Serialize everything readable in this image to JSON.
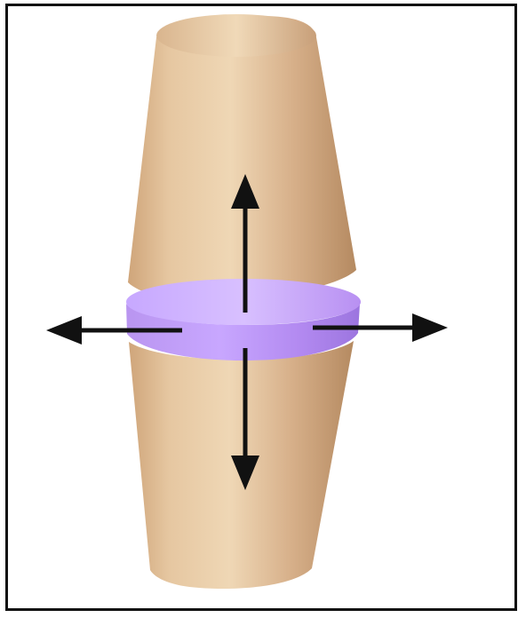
{
  "diagram": {
    "parts": [
      {
        "name": "upper-cylinder",
        "color": "#d8b48e"
      },
      {
        "name": "lower-cylinder",
        "color": "#d8b48e"
      },
      {
        "name": "disc",
        "color": "#b88ef0"
      }
    ],
    "arrows": [
      {
        "name": "arrow-up",
        "direction": "up"
      },
      {
        "name": "arrow-down",
        "direction": "down"
      },
      {
        "name": "arrow-left",
        "direction": "left"
      },
      {
        "name": "arrow-right",
        "direction": "right"
      }
    ],
    "colors": {
      "cylinder_light": "#ead3b3",
      "cylinder_mid": "#d7b38b",
      "cylinder_dark": "#b88f67",
      "disc_light": "#d7b8ff",
      "disc_mid": "#b68ef2",
      "disc_dark": "#9b70df",
      "arrow": "#111111",
      "frame": "#111111"
    }
  }
}
